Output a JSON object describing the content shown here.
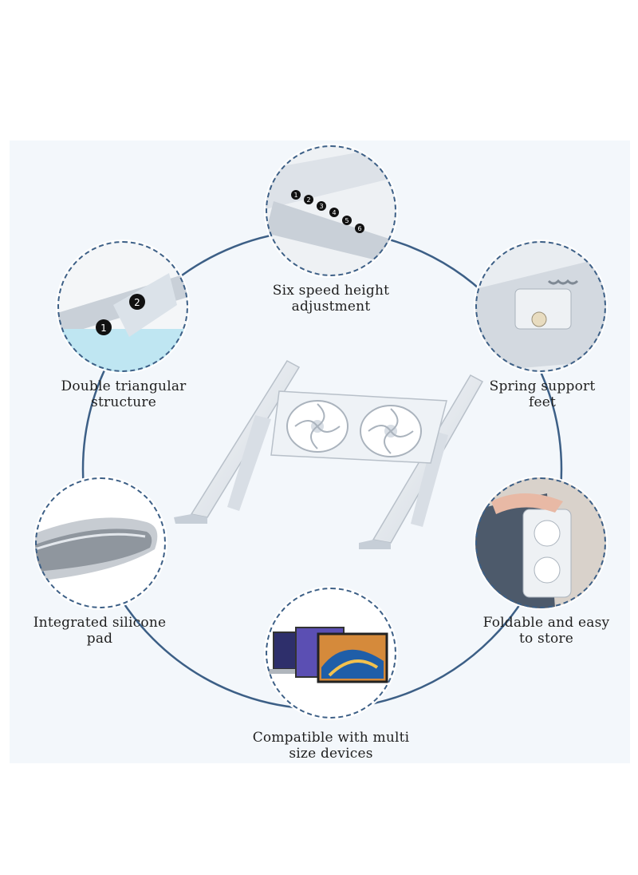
{
  "features": {
    "six_speed": {
      "line1": "Six speed height",
      "line2": "adjustment",
      "icon": "gear-slots-icon",
      "steps": [
        "1",
        "2",
        "3",
        "4",
        "5",
        "6"
      ]
    },
    "double_triangular": {
      "line1": "Double triangular",
      "line2": "structure",
      "icon": "laptop-edge-icon",
      "markers": [
        "1",
        "2"
      ]
    },
    "spring_feet": {
      "line1": "Spring support",
      "line2": "feet",
      "icon": "spring-icon"
    },
    "silicone_pad": {
      "line1": "Integrated silicone",
      "line2": "pad",
      "icon": "pad-icon"
    },
    "foldable": {
      "line1": "Foldable and easy",
      "line2": "to store",
      "icon": "folded-stand-icon"
    },
    "compatible": {
      "line1": "Compatible with multi",
      "line2": "size devices",
      "icon": "devices-icon"
    }
  },
  "colors": {
    "ring": "#3c5f86",
    "panel": "#f3f7fb",
    "stand": "#e3e8ee"
  }
}
